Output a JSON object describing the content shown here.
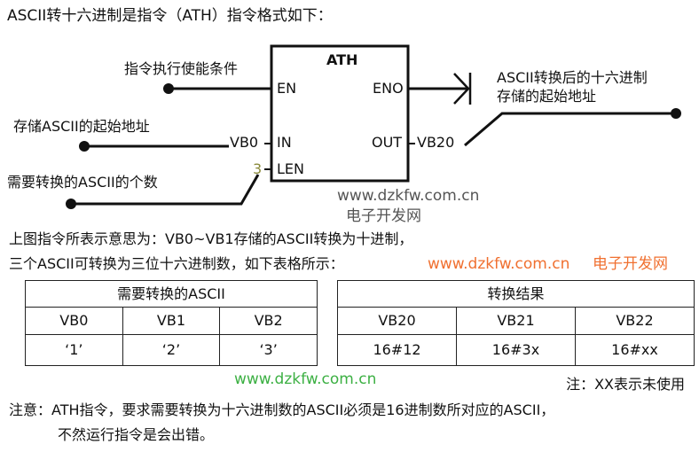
{
  "title": "ASCII转十六进制是指令（ATH）指令格式如下：",
  "block": {
    "name": "ATH",
    "en": "EN",
    "eno": "ENO",
    "in": "IN",
    "out": "OUT",
    "len": "LEN",
    "in_value": "VB0",
    "out_value": "VB20",
    "len_value": "3"
  },
  "annotations": {
    "enable": "指令执行使能条件",
    "in_addr": "存储ASCII的起始地址",
    "count": "需要转换的ASCII的个数",
    "out_addr_line1": "ASCII转换后的十六进制",
    "out_addr_line2": "存储的起始地址"
  },
  "explanation": {
    "line1": "上图指令所表示意思为：VB0~VB1存储的ASCII转换为十进制，",
    "line2": "三个ASCII可转换为三位十六进制数，如下表格所示："
  },
  "table_left": {
    "header": "需要转换的ASCII",
    "columns": [
      "VB0",
      "VB1",
      "VB2"
    ],
    "values": [
      "‘1’",
      "‘2’",
      "‘3’"
    ]
  },
  "table_right": {
    "header": "转换结果",
    "columns": [
      "VB20",
      "VB21",
      "VB22"
    ],
    "values": [
      "16#12",
      "16#3x",
      "16#xx"
    ]
  },
  "footnote": "注：XX表示未使用",
  "note": {
    "line1": "注意：ATH指令，要求需要转换为十六进制数的ASCII必须是16进制数所对应的ASCII，",
    "line2": "不然运行指令是会出错。"
  },
  "watermarks": {
    "url": "www.dzkfw.com.cn",
    "name": "电子开发网"
  },
  "colors": {
    "len_value": "#8a8a3a",
    "wm_orange": "#f07030",
    "wm_green": "#3cb043",
    "wm_gray": "#555555"
  }
}
